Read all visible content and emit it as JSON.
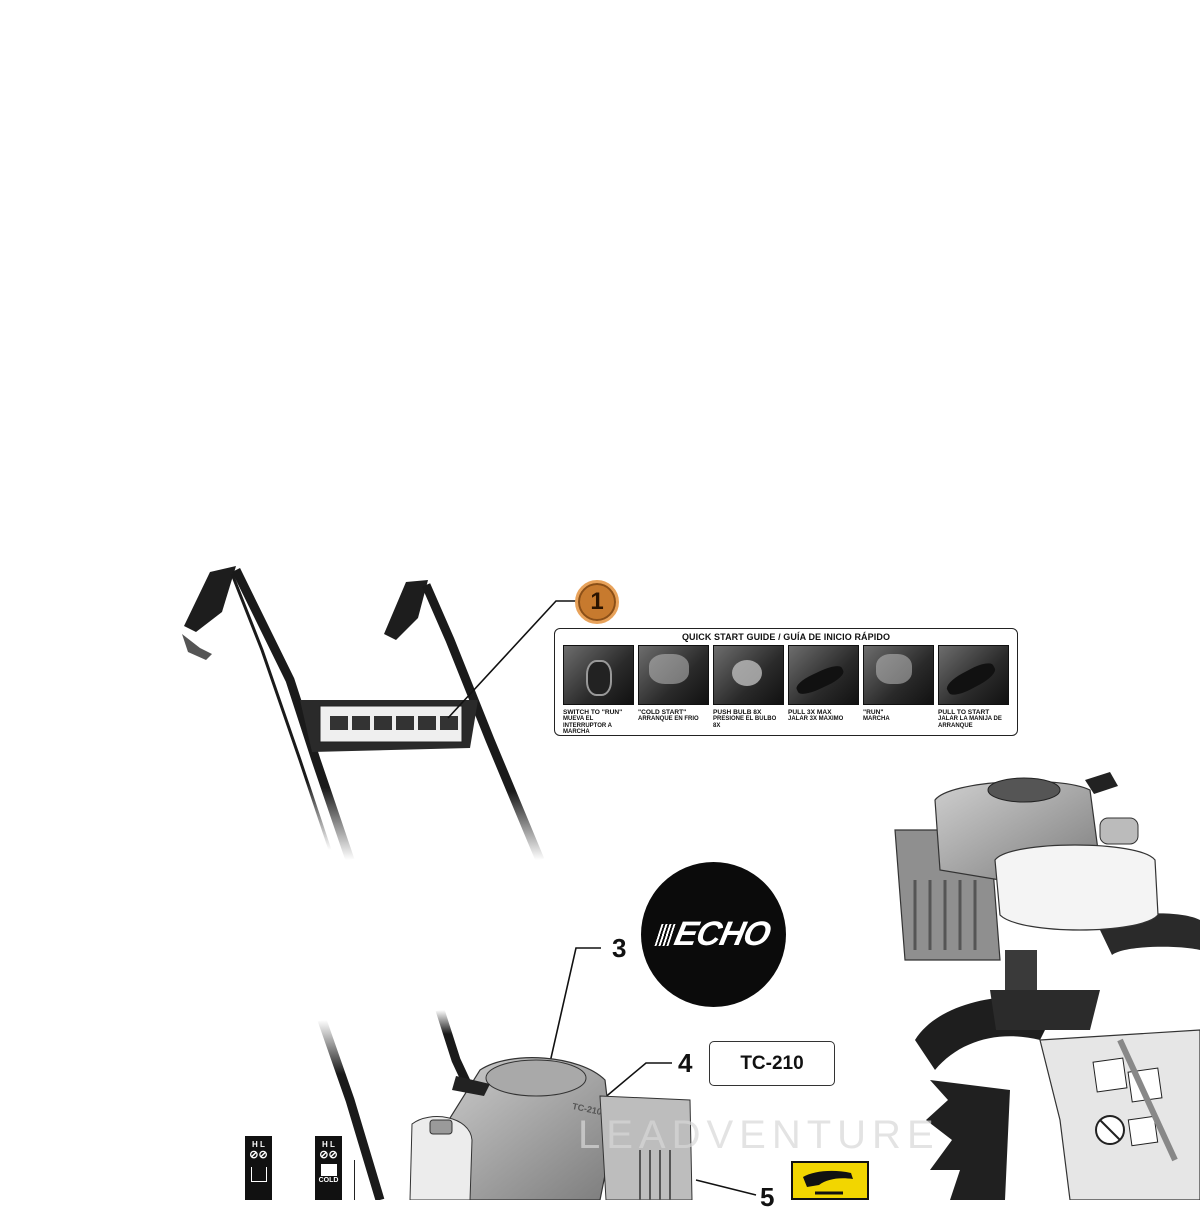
{
  "callouts": {
    "one": "1",
    "three": "3",
    "four": "4",
    "five": "5"
  },
  "quick_start": {
    "title": "QUICK START GUIDE / GUÍA DE INICIO RÁPIDO",
    "steps": [
      {
        "en": "SWITCH TO \"RUN\"",
        "es": "MUEVA EL INTERRUPTOR A MARCHA"
      },
      {
        "en": "\"COLD START\"",
        "es": "ARRANQUE EN FRIO"
      },
      {
        "en": "PUSH BULB 8X",
        "es": "PRESIONE EL BULBO 8X"
      },
      {
        "en": "PULL 3X MAX",
        "es": "JALAR 3X MAXIMO"
      },
      {
        "en": "\"RUN\"",
        "es": "MARCHA"
      },
      {
        "en": "PULL TO START",
        "es": "JALAR LA MANIJA DE ARRANQUE"
      }
    ]
  },
  "logo": {
    "brand": "ECHO"
  },
  "model_tag": {
    "label": "TC-210"
  },
  "decals": {
    "hl_left": "H L",
    "hl_right": "H L",
    "cold_label": "COLD",
    "engine_model": "TC-210"
  },
  "watermark": "LEADVENTURE",
  "colors": {
    "badge": "#c77a2e",
    "warning_decal": "#f2d600",
    "logo_bg": "#0b0b0b"
  }
}
